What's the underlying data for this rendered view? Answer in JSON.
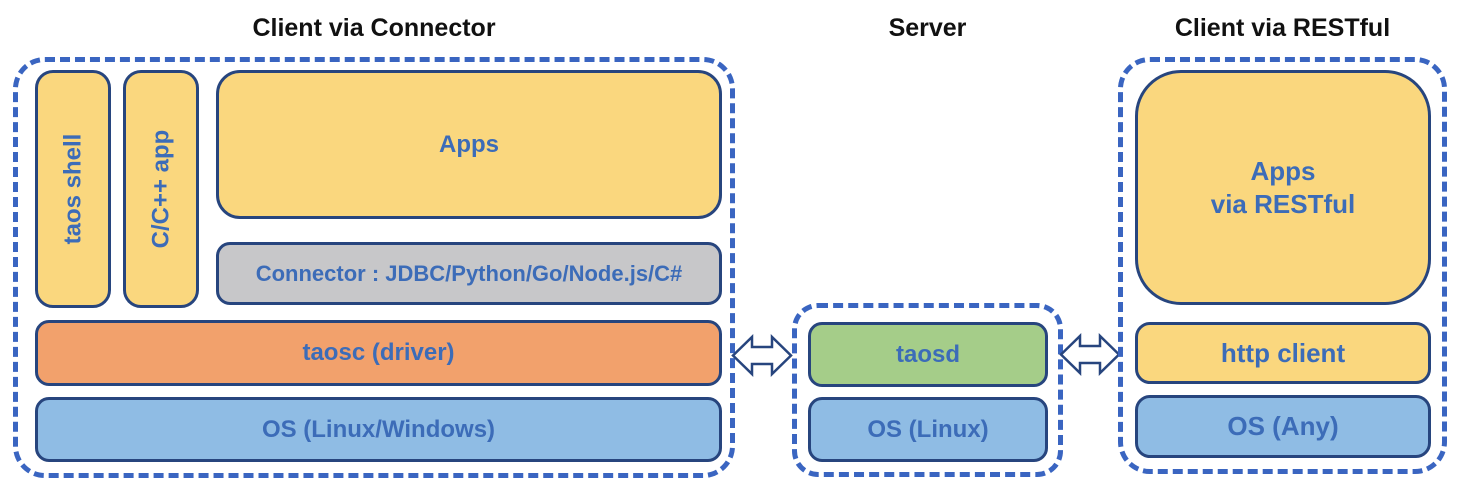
{
  "sections": {
    "connector_client": {
      "title": "Client via Connector",
      "taos_shell": "taos shell",
      "cpp_app": "C/C++ app",
      "apps": "Apps",
      "connector": "Connector : JDBC/Python/Go/Node.js/C#",
      "taosc": "taosc (driver)",
      "os": "OS (Linux/Windows)"
    },
    "server": {
      "title": "Server",
      "taosd": "taosd",
      "os": "OS (Linux)"
    },
    "restful_client": {
      "title": "Client via RESTful",
      "apps_line1": "Apps",
      "apps_line2": "via RESTful",
      "http_client": "http client",
      "os": "OS (Any)"
    }
  },
  "icons": {
    "left_bidirectional_arrow": "bidirectional-arrow",
    "right_bidirectional_arrow": "bidirectional-arrow"
  },
  "colors": {
    "box_yellow": "#FAD77E",
    "box_orange": "#F2A16C",
    "box_blue": "#8FBCE4",
    "box_green": "#A5CD89",
    "box_gray": "#C7C7C9",
    "dashed_border_blue": "#3A65C1",
    "box_border_navy": "#27457E",
    "label_blue": "#3C6CB8",
    "title_black": "#111111",
    "arrow_fill": "#FFFFFF"
  }
}
